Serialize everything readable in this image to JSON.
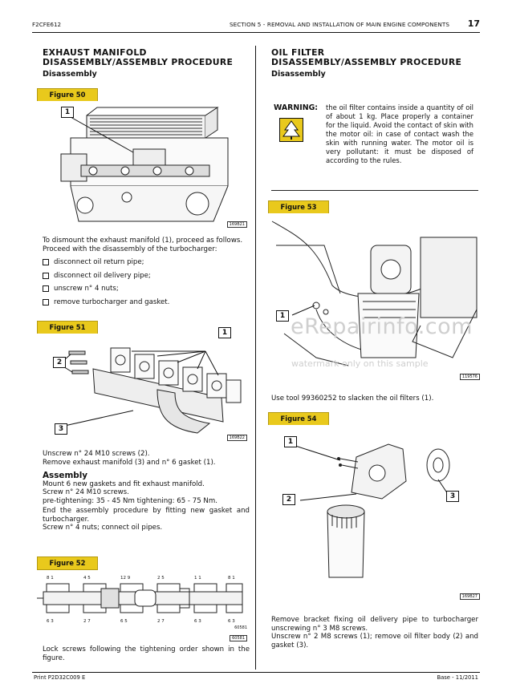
{
  "header": {
    "doc_code": "F2CFE612",
    "section": "SECTION 5 - REMOVAL AND INSTALLATION OF MAIN ENGINE COMPONENTS",
    "page_number": "17"
  },
  "left": {
    "title_line1": "EXHAUST MANIFOLD",
    "title_line2": "DISASSEMBLY/ASSEMBLY PROCEDURE",
    "subtitle": "Disassembly",
    "fig50": {
      "label": "Figure 50",
      "code": "169B21",
      "callout1": "1"
    },
    "intro1": "To dismount the exhaust manifold (1), proceed as follows.",
    "intro2": "Proceed with the disassembly of the turbocharger:",
    "bullets": [
      "disconnect oil return pipe;",
      "disconnect oil delivery pipe;",
      "unscrew n° 4 nuts;",
      "remove turbocharger and gasket."
    ],
    "fig51": {
      "label": "Figure 51",
      "code": "169B22",
      "callout1": "1",
      "callout2": "2",
      "callout3": "3"
    },
    "text51_1": "Unscrew n° 24 M10 screws (2).",
    "text51_2": "Remove exhaust manifold (3) and n° 6 gasket (1).",
    "assembly_title": "Assembly",
    "asm1": "Mount 6 new gaskets and fit exhaust manifold.",
    "asm2": "Screw n° 24 M10 screws.",
    "asm3": "pre-tightening: 35 - 45 Nm tightening: 65 - 75 Nm.",
    "asm4": "End the assembly procedure by fitting new gasket and turbocharger.",
    "asm5": "Screw n° 4 nuts; connect oil pipes.",
    "fig52": {
      "label": "Figure 52",
      "code": "60581",
      "code2": "60581"
    },
    "closing": "Lock screws following the tightening order shown in the figure."
  },
  "right": {
    "title_line1": "OIL FILTER",
    "title_line2": "DISASSEMBLY/ASSEMBLY PROCEDURE",
    "subtitle": "Disassembly",
    "warning_label": "WARNING:",
    "warning_text": "the oil filter contains inside a quantity of oil of about 1 kg. Place properly a container for the liquid. Avoid the contact of skin with the motor oil: in case of contact wash the skin with running water. The motor oil is very pollutant: it must be disposed of according to the rules.",
    "fig53": {
      "label": "Figure 53",
      "code": "119576",
      "callout1": "1"
    },
    "watermark_main": "eRepairinfo.com",
    "watermark_sub": "watermark only on this sample",
    "text53": "Use tool 99360252 to slacken the oil filters (1).",
    "fig54": {
      "label": "Figure 54",
      "code": "169B27",
      "callout1": "1",
      "callout2": "2",
      "callout3": "3"
    },
    "text54_1": "Remove bracket fixing oil delivery pipe to turbocharger unscrewing n° 3 M8 screws.",
    "text54_2": "Unscrew n° 2 M8 screws (1); remove oil filter body (2) and gasket (3)."
  },
  "footer": {
    "print_code": "Print P2D32C009 E",
    "edition": "Base - 11/2011"
  },
  "colors": {
    "figure_label": "#e9c91c",
    "warning_icon": "#e9c91c"
  }
}
